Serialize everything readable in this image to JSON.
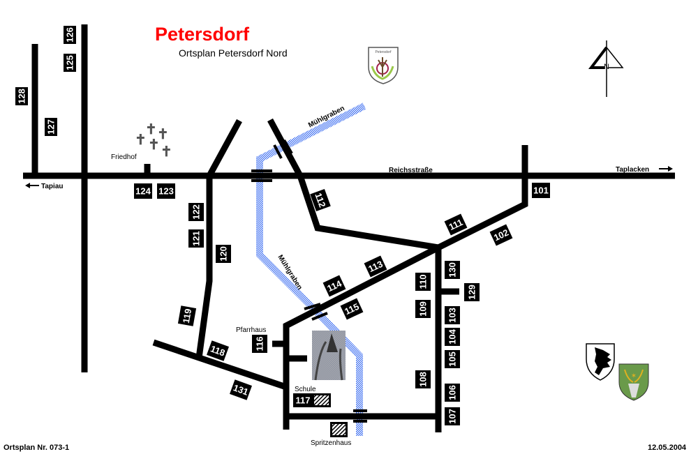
{
  "title": "Petersdorf",
  "subtitle": "Ortsplan Petersdorf Nord",
  "footer_left": "Ortsplan Nr. 073-1",
  "footer_right": "12.05.2004",
  "colors": {
    "title": "#ff0000",
    "stream": "#3b6cf0",
    "road": "#000000"
  },
  "places": {
    "friedhof": "Friedhof",
    "pfarrhaus": "Pfarrhaus",
    "schule": "Schule",
    "spritzenhaus": "Spritzenhaus",
    "stream1": "Mühlgraben",
    "stream2": "Mühlgraben",
    "street": "Reichsstraße",
    "west": "Tapiau",
    "east": "Taplacken",
    "crest": "Petersdorf",
    "north": "N"
  },
  "labels": {
    "n101": "101",
    "n102": "102",
    "n103": "103",
    "n104": "104",
    "n105": "105",
    "n106": "106",
    "n107": "107",
    "n108": "108",
    "n109": "109",
    "n110": "110",
    "n111": "111",
    "n112": "112",
    "n113": "113",
    "n114": "114",
    "n115": "115",
    "n116": "116",
    "n117": "117",
    "n118": "118",
    "n119": "119",
    "n120": "120",
    "n121": "121",
    "n122": "122",
    "n123": "123",
    "n124": "124",
    "n125": "125",
    "n126": "126",
    "n127": "127",
    "n128": "128",
    "n129": "129",
    "n130": "130",
    "n131": "131"
  }
}
